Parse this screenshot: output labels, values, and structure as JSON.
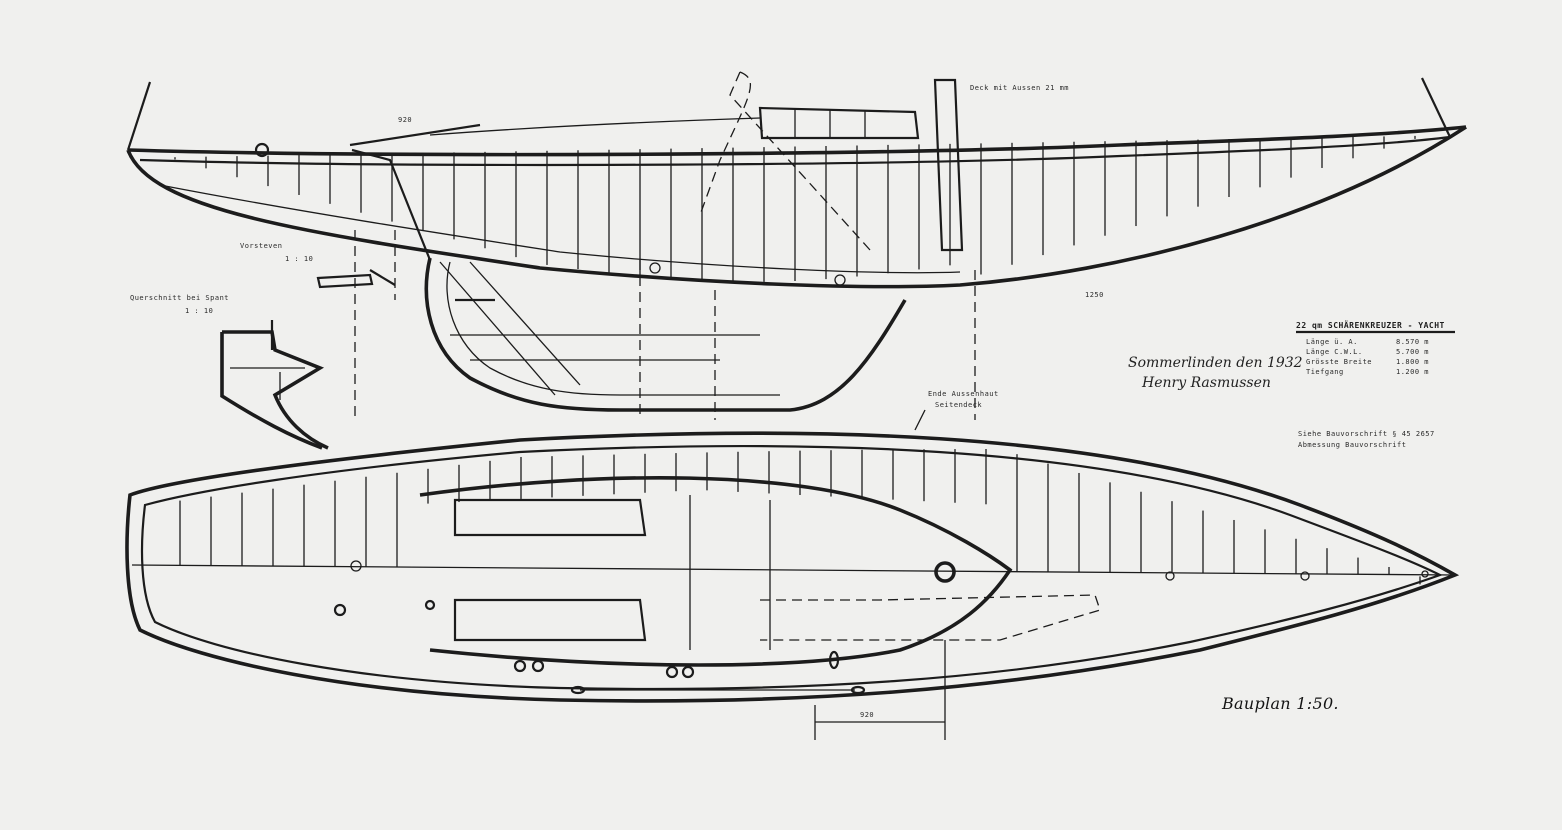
{
  "caption": "Bauplan 1:50.",
  "signature": {
    "line1": "Sommerlinden den 1932",
    "line2": "Henry Rasmussen"
  },
  "title_block": {
    "title": "22 qm SCHÄRENKREUZER - YACHT",
    "rows": [
      "Länge ü. A.",
      "Länge C.W.L.",
      "Grösste Breite",
      "Tiefgang"
    ],
    "values": [
      "8.570 m",
      "5.700 m",
      "1.800 m",
      "1.200 m"
    ]
  },
  "notes": {
    "right_1": "Siehe Bauvorschrift § 45 2657",
    "right_2": "Abmessung Bauvorschrift",
    "section_label": "Querschnitt bei Spant",
    "section_scale": "1 : 10",
    "stern_detail": "Vorsteven",
    "stern_detail_scale": "1 : 10",
    "deck_dim": "Deck mit Aussen 21 mm",
    "deck_top_dim": "920",
    "bottom_dim": "920",
    "keel_dim": "1250",
    "side_note": "Ende Aussenhaut",
    "side_note_2": "Seitendeck"
  }
}
